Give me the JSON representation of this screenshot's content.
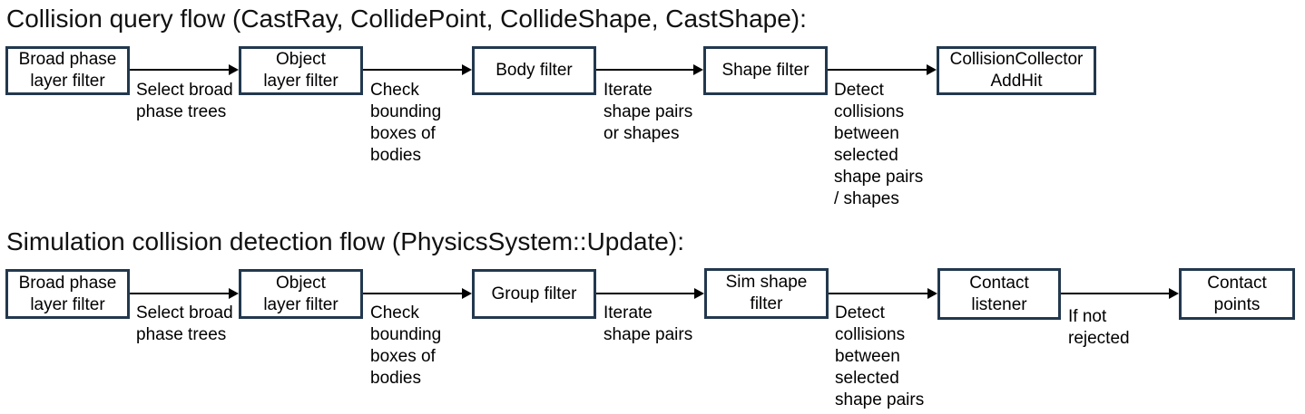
{
  "colors": {
    "background": "#ffffff",
    "box_border": "#22384e",
    "box_bg": "#ffffff",
    "arrow": "#000000",
    "text": "#000000"
  },
  "flows": [
    {
      "title": "Collision query flow (CastRay, CollidePoint, CollideShape, CastShape):",
      "nodes": [
        {
          "label": "Broad phase\nlayer filter"
        },
        {
          "label": "Object\nlayer filter"
        },
        {
          "label": "Body filter"
        },
        {
          "label": "Shape filter"
        },
        {
          "label": "CollisionCollector\nAddHit"
        }
      ],
      "edge_labels": [
        {
          "label": "Select broad\nphase trees"
        },
        {
          "label": "Check\nbounding\nboxes of\nbodies"
        },
        {
          "label": "Iterate\nshape pairs\nor shapes"
        },
        {
          "label": "Detect\ncollisions\nbetween\nselected\nshape pairs\n/ shapes"
        }
      ]
    },
    {
      "title": "Simulation collision detection flow (PhysicsSystem::Update):",
      "nodes": [
        {
          "label": "Broad phase\nlayer filter"
        },
        {
          "label": "Object\nlayer filter"
        },
        {
          "label": "Group filter"
        },
        {
          "label": "Sim shape\nfilter"
        },
        {
          "label": "Contact\nlistener"
        },
        {
          "label": "Contact\npoints"
        }
      ],
      "edge_labels": [
        {
          "label": "Select broad\nphase trees"
        },
        {
          "label": "Check\nbounding\nboxes of\nbodies"
        },
        {
          "label": "Iterate\nshape pairs"
        },
        {
          "label": "Detect\ncollisions\nbetween\nselected\nshape pairs"
        },
        {
          "label": "If not\nrejected"
        }
      ]
    }
  ]
}
